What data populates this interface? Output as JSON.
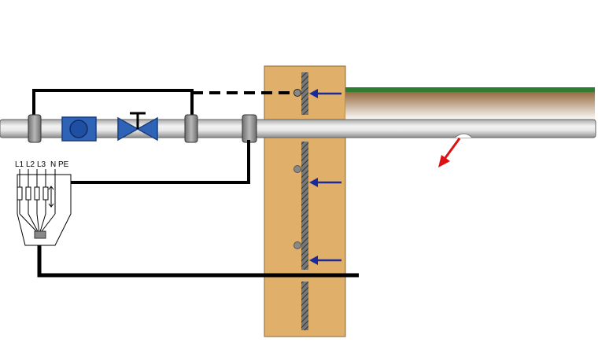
{
  "terminal_labels": [
    "L1",
    "L2",
    "L3",
    "N",
    "PE"
  ],
  "colors": {
    "pipe_light": "#eeeeee",
    "pipe_dark": "#9a9a9a",
    "wall": "#e0b06a",
    "ground_grass": "#2e7d32",
    "ground_soil": "#8b5a2b",
    "device_blue": "#2f63b8",
    "arrow_blue": "#1a2a9a",
    "arrow_red": "#dd1111",
    "wire": "#000000"
  },
  "icons": {
    "flow-meter": "flow-meter-icon",
    "valve": "gate-valve-icon",
    "clamp": "pipe-clamp-icon",
    "fault-arrow": "red-arrow-icon",
    "pressure-arrow": "blue-arrow-icon"
  }
}
